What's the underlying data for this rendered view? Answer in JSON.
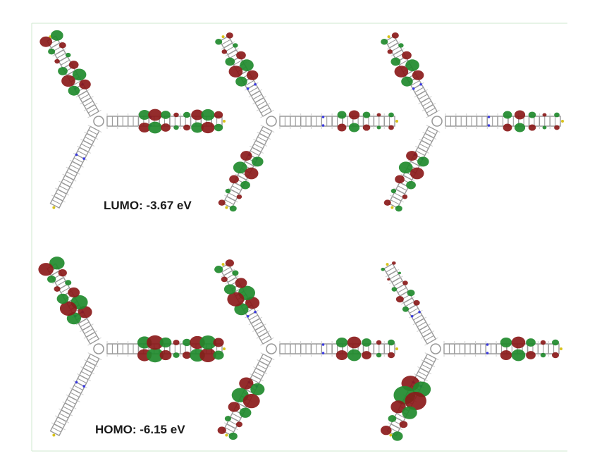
{
  "figure": {
    "rows": [
      {
        "orbital": "LUMO",
        "label": "LUMO: -3.67 eV",
        "panels": [
          {
            "density_on_arms": [
              "upper-left",
              "right"
            ]
          },
          {
            "density_on_arms": [
              "upper-left",
              "lower-left",
              "right"
            ]
          },
          {
            "density_on_arms": [
              "upper-left",
              "lower-left",
              "right"
            ]
          }
        ]
      },
      {
        "orbital": "HOMO",
        "label": "HOMO: -6.15 eV",
        "panels": [
          {
            "density_on_arms": [
              "upper-left",
              "right"
            ]
          },
          {
            "density_on_arms": [
              "upper-left",
              "lower-left",
              "right"
            ]
          },
          {
            "density_on_arms": [
              "upper-left",
              "lower-left",
              "right"
            ]
          }
        ]
      }
    ],
    "colors": {
      "lobe_positive": "#1f8a2c",
      "lobe_negative": "#8b1a1a",
      "bond": "#9a9a9a",
      "nitrogen": "#3a3ae0",
      "sulfur": "#d8c21a",
      "border": "#cfe8cf"
    }
  }
}
